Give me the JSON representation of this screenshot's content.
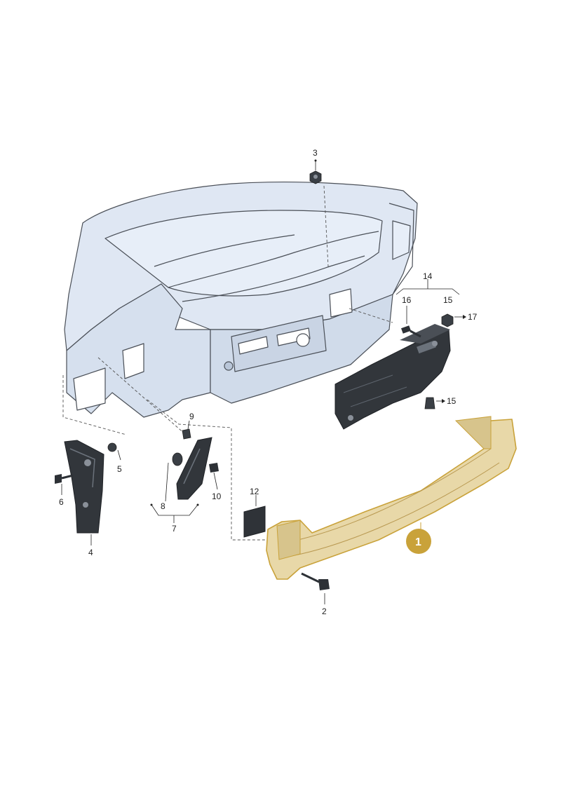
{
  "callouts": {
    "c1": "1",
    "c2": "2",
    "c3": "3",
    "c4": "4",
    "c5": "5",
    "c6": "6",
    "c7": "7",
    "c8": "8",
    "c9": "9",
    "c10": "10",
    "c12": "12",
    "c14": "14",
    "c15a": "15",
    "c15b": "15",
    "c16": "16",
    "c17": "17"
  },
  "colors": {
    "body_fill": "#dde6f2",
    "body_stroke": "#4a4f57",
    "part_dark": "#2f3338",
    "highlight_fill": "#e8d8a8",
    "highlight_badge": "#c9a23a"
  }
}
